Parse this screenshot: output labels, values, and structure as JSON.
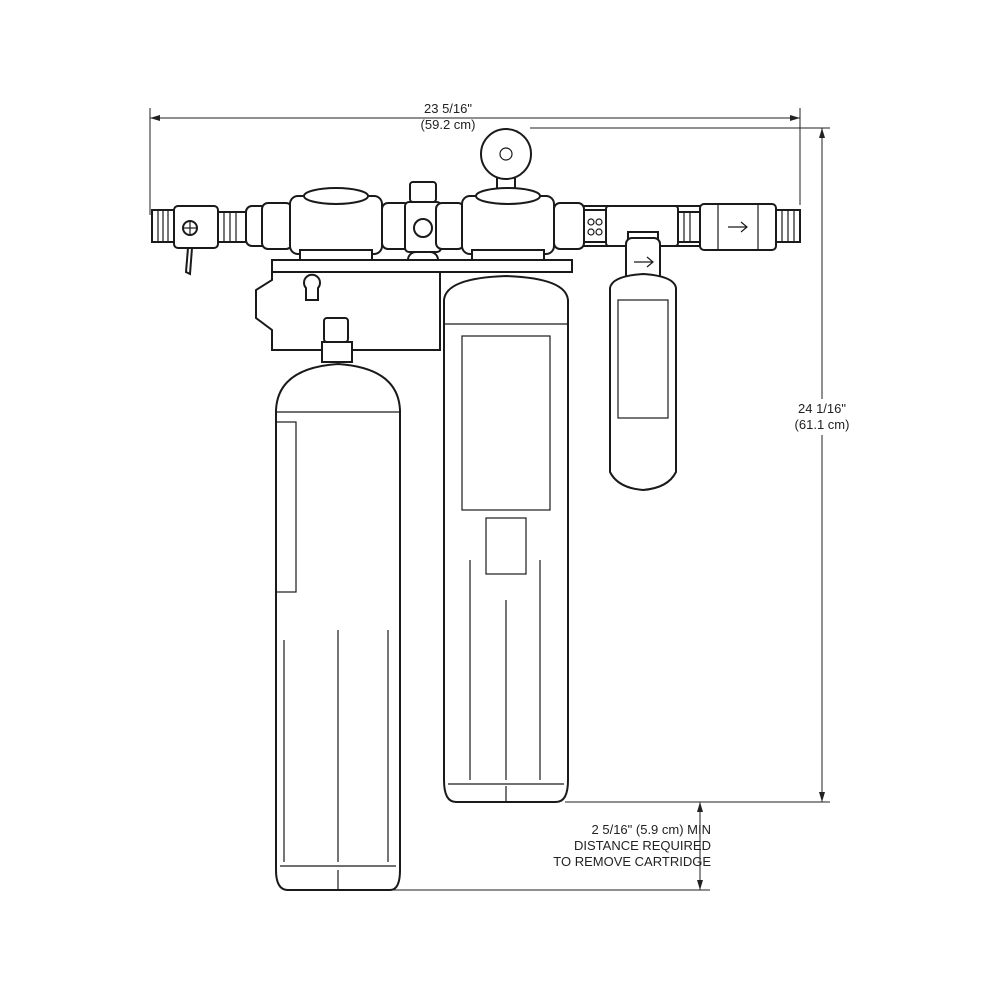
{
  "dimensions": {
    "width": {
      "imperial": "23 5/16\"",
      "metric": "(59.2 cm)"
    },
    "height": {
      "imperial": "24 1/16\"",
      "metric": "(61.1 cm)"
    },
    "clearance": {
      "line1": "2 5/16\" (5.9 cm) MIN",
      "line2": "DISTANCE REQUIRED",
      "line3": "TO REMOVE CARTRIDGE"
    }
  },
  "colors": {
    "line": "#1a1a1a",
    "background": "#ffffff"
  }
}
